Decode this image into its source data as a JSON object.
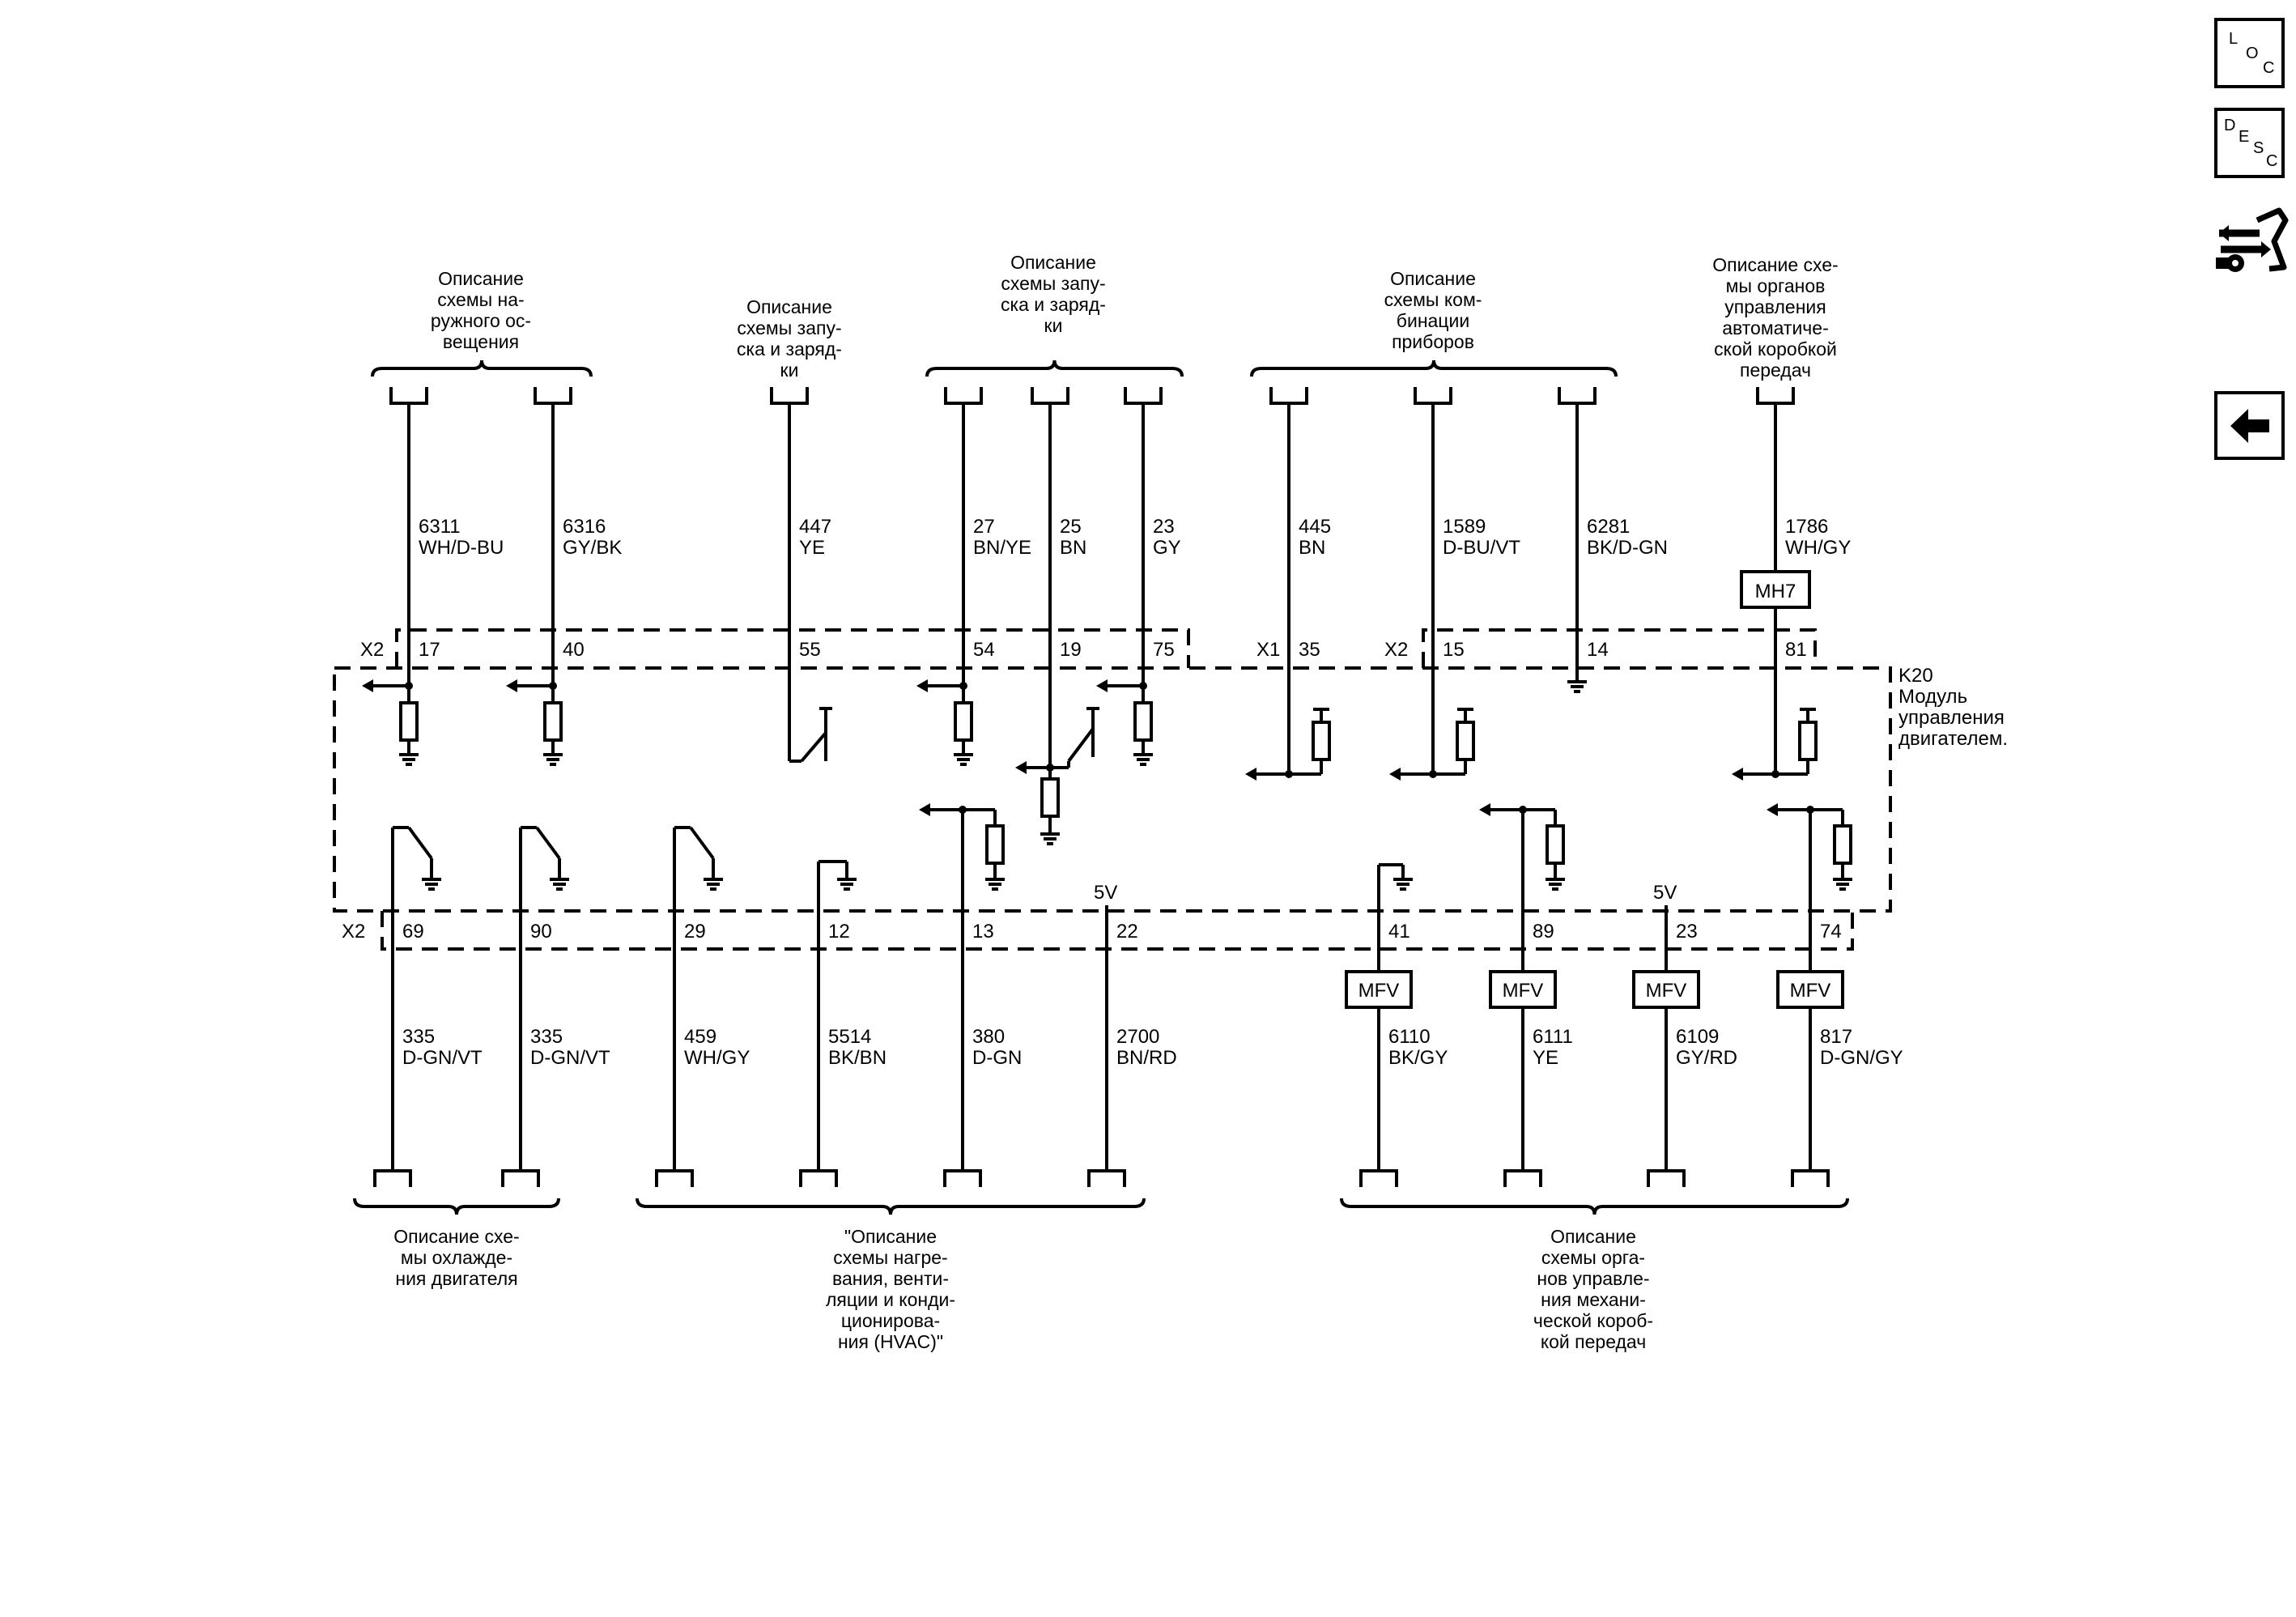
{
  "nav": {
    "loc": {
      "l": "L",
      "o": "O",
      "c": "C"
    },
    "desc": {
      "d": "D",
      "e": "E",
      "s": "S",
      "c": "C"
    }
  },
  "module": {
    "ref": "K20",
    "line1": "Модуль",
    "line2": "управления",
    "line3": "двигателем."
  },
  "connectors": {
    "x2_top": "X2",
    "x1": "X1",
    "x2_mid": "X2",
    "x2_bot": "X2"
  },
  "top_groups": [
    {
      "lines": [
        "Описание",
        "схемы на-",
        "ружного ос-",
        "вещения"
      ]
    },
    {
      "lines": [
        "Описание",
        "схемы запу-",
        "ска и заряд-",
        "ки"
      ]
    },
    {
      "lines": [
        "Описание",
        "схемы запу-",
        "ска и заряд-",
        "ки"
      ]
    },
    {
      "lines": [
        "Описание",
        "схемы ком-",
        "бинации",
        "приборов"
      ]
    },
    {
      "lines": [
        "Описание схе-",
        "мы органов",
        "управления",
        "автоматиче-",
        "ской коробкой",
        "передач"
      ]
    }
  ],
  "top_wires": [
    {
      "pin": "17",
      "circuit": "6311",
      "color": "WH/D-BU"
    },
    {
      "pin": "40",
      "circuit": "6316",
      "color": "GY/BK"
    },
    {
      "pin": "55",
      "circuit": "447",
      "color": "YE"
    },
    {
      "pin": "54",
      "circuit": "27",
      "color": "BN/YE"
    },
    {
      "pin": "19",
      "circuit": "25",
      "color": "BN"
    },
    {
      "pin": "75",
      "circuit": "23",
      "color": "GY"
    },
    {
      "pin": "35",
      "circuit": "445",
      "color": "BN"
    },
    {
      "pin": "15",
      "circuit": "1589",
      "color": "D-BU/VT"
    },
    {
      "pin": "14",
      "circuit": "6281",
      "color": "BK/D-GN"
    },
    {
      "pin": "81",
      "circuit": "1786",
      "color": "WH/GY",
      "inline": "MH7"
    }
  ],
  "bottom_wires": [
    {
      "pin": "69",
      "circuit": "335",
      "color": "D-GN/VT"
    },
    {
      "pin": "90",
      "circuit": "335",
      "color": "D-GN/VT"
    },
    {
      "pin": "29",
      "circuit": "459",
      "color": "WH/GY"
    },
    {
      "pin": "12",
      "circuit": "5514",
      "color": "BK/BN"
    },
    {
      "pin": "13",
      "circuit": "380",
      "color": "D-GN"
    },
    {
      "pin": "22",
      "circuit": "2700",
      "color": "BN/RD",
      "supply": "5V"
    },
    {
      "pin": "41",
      "circuit": "6110",
      "color": "BK/GY",
      "inline": "MFV"
    },
    {
      "pin": "89",
      "circuit": "6111",
      "color": "YE",
      "inline": "MFV"
    },
    {
      "pin": "23",
      "circuit": "6109",
      "color": "GY/RD",
      "inline": "MFV",
      "supply": "5V"
    },
    {
      "pin": "74",
      "circuit": "817",
      "color": "D-GN/GY",
      "inline": "MFV"
    }
  ],
  "bottom_groups": [
    {
      "lines": [
        "Описание схе-",
        "мы охлажде-",
        "ния двигателя"
      ]
    },
    {
      "lines": [
        "\"Описание",
        "схемы нагре-",
        "вания, венти-",
        "ляции и конди-",
        "ционирова-",
        "ния (HVAC)\""
      ]
    },
    {
      "lines": [
        "Описание",
        "схемы орга-",
        "нов управле-",
        "ния механи-",
        "ческой короб-",
        "кой передач"
      ]
    }
  ]
}
